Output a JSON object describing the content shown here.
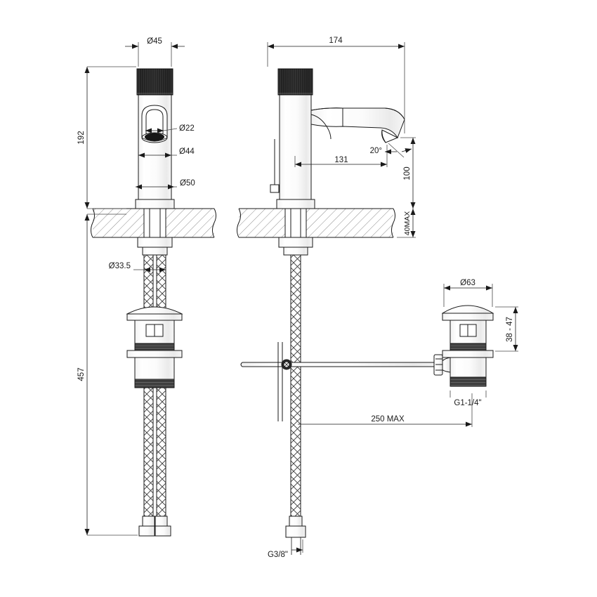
{
  "drawing": {
    "title": "Basin mixer tap technical dimension drawing",
    "units": "mm",
    "line_color": "#1a1a1a",
    "hatch_color": "#9a9a9a",
    "knurl_color": "#262626",
    "views": [
      {
        "name": "front-elevation",
        "label": ""
      },
      {
        "name": "side-elevation",
        "label": ""
      },
      {
        "name": "pop-up-waste-detail",
        "label": ""
      }
    ]
  },
  "dimensions": {
    "front": {
      "cap_dia": "Ø45",
      "outlet_dia": "Ø22",
      "body_dia": "Ø44",
      "base_dia": "Ø50",
      "height_above_counter": "192",
      "height_below_counter": "457",
      "hose_dia": "Ø33.5"
    },
    "side": {
      "overall_reach": "174",
      "spout_reach": "131",
      "spout_height": "100",
      "counter_thickness": "40MAX",
      "outlet_angle": "20°",
      "rod_length": "250 MAX",
      "supply_thread": "G3/8\""
    },
    "waste": {
      "cap_dia": "Ø63",
      "height_range": "38 - 47",
      "thread": "G1-1/4\""
    }
  }
}
